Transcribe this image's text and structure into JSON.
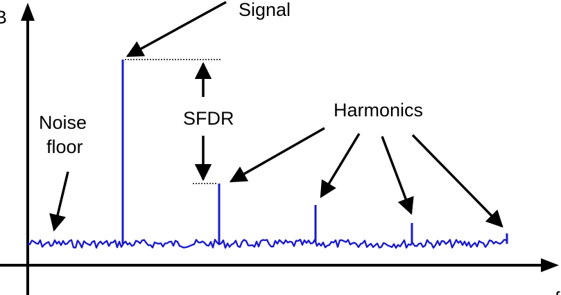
{
  "labels": {
    "signal": "Signal",
    "sfdr": "SFDR",
    "harmonics": "Harmonics",
    "noise_line1": "Noise",
    "noise_line2": "floor",
    "y_axis_partial": "B",
    "x_axis_partial": "f"
  },
  "colors": {
    "trace": "#1a1acc",
    "ink": "#000000",
    "background": "#ffffff"
  }
}
